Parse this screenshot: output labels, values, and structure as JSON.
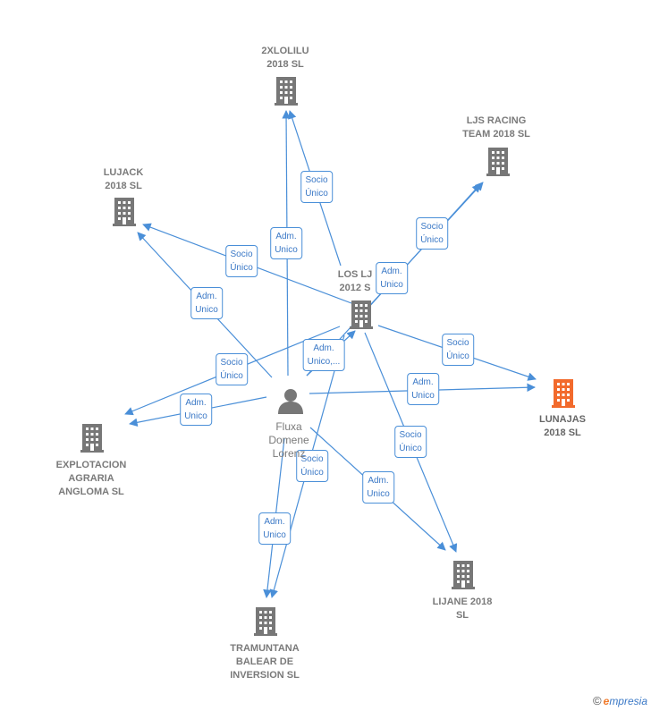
{
  "colors": {
    "edge": "#4a8fd8",
    "building": "#777777",
    "highlight": "#f26a2c",
    "person": "#777777"
  },
  "nodes": [
    {
      "id": "2xlolilu",
      "lines": [
        "2XLOLILU",
        "2018  SL"
      ],
      "type": "building-icon"
    },
    {
      "id": "ljs",
      "lines": [
        "LJS RACING",
        "TEAM 2018  SL"
      ],
      "type": "building-icon"
    },
    {
      "id": "lujack",
      "lines": [
        "LUJACK",
        "2018  SL"
      ],
      "type": "building-icon"
    },
    {
      "id": "losljs",
      "lines": [
        "LOS LJ",
        "2012 S"
      ],
      "type": "building-icon"
    },
    {
      "id": "lunajas",
      "lines": [
        "LUNAJAS",
        "2018  SL"
      ],
      "type": "building-icon",
      "highlight": true
    },
    {
      "id": "explotacion",
      "lines": [
        "EXPLOTACION",
        "AGRARIA",
        "ANGLOMA  SL"
      ],
      "type": "building-icon"
    },
    {
      "id": "person",
      "lines": [
        "Fluxa",
        "Domene",
        "Lorenz"
      ],
      "type": "person-icon"
    },
    {
      "id": "lijane",
      "lines": [
        "LIJANE 2018",
        "SL"
      ],
      "type": "building-icon"
    },
    {
      "id": "tramuntana",
      "lines": [
        "TRAMUNTANA",
        "BALEAR DE",
        "INVERSION  SL"
      ],
      "type": "building-icon"
    }
  ],
  "edges": [
    {
      "lines": [
        "Socio",
        "Único"
      ]
    },
    {
      "lines": [
        "Adm.",
        "Unico"
      ]
    },
    {
      "lines": [
        "Socio",
        "Único"
      ]
    },
    {
      "lines": [
        "Adm.",
        "Unico"
      ]
    },
    {
      "lines": [
        "Socio",
        "Único"
      ]
    },
    {
      "lines": [
        "Adm.",
        "Unico"
      ]
    },
    {
      "lines": [
        "Adm.",
        "Unico,..."
      ]
    },
    {
      "lines": [
        "Socio",
        "Único"
      ]
    },
    {
      "lines": [
        "Adm.",
        "Unico"
      ]
    },
    {
      "lines": [
        "Socio",
        "Único"
      ]
    },
    {
      "lines": [
        "Adm.",
        "Unico"
      ]
    },
    {
      "lines": [
        "Socio",
        "Único"
      ]
    },
    {
      "lines": [
        "Adm.",
        "Unico"
      ]
    },
    {
      "lines": [
        "Socio",
        "Único"
      ]
    },
    {
      "lines": [
        "Adm.",
        "Unico"
      ]
    }
  ],
  "copyright": {
    "symbol": "©",
    "brand_initial": "e",
    "brand_rest": "mpresia"
  }
}
